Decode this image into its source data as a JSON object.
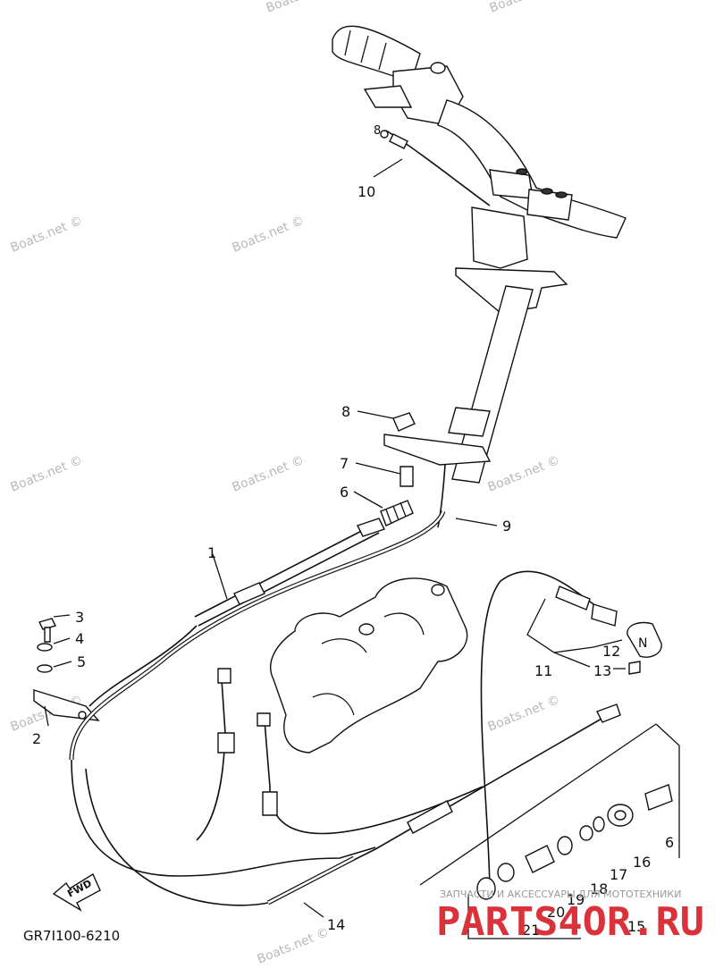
{
  "diagram": {
    "part_labels": [
      "1",
      "2",
      "3",
      "4",
      "5",
      "6",
      "7",
      "8",
      "9",
      "10",
      "11",
      "12",
      "13",
      "14",
      "15",
      "16",
      "17",
      "18",
      "19",
      "20",
      "21",
      "6",
      "8"
    ],
    "drawing_code": "GR7I100-6210",
    "fwd_label": "FWD",
    "watermarks": [
      "Boats.net ©",
      "Boats.net ©",
      "Boats.net ©",
      "Boats.net ©",
      "Boats.net ©",
      "Boats.net ©",
      "Boats.net ©",
      "Boats.net ©",
      "Boats.net ©",
      "Boats.net ©"
    ],
    "brand_caption": "ЗАПЧАСТИ И АКСЕССУАРЫ ДЛЯ МОТОТЕХНИКИ",
    "brand_name": "PARTS4OR.RU",
    "shift_knob_letter": "N"
  }
}
